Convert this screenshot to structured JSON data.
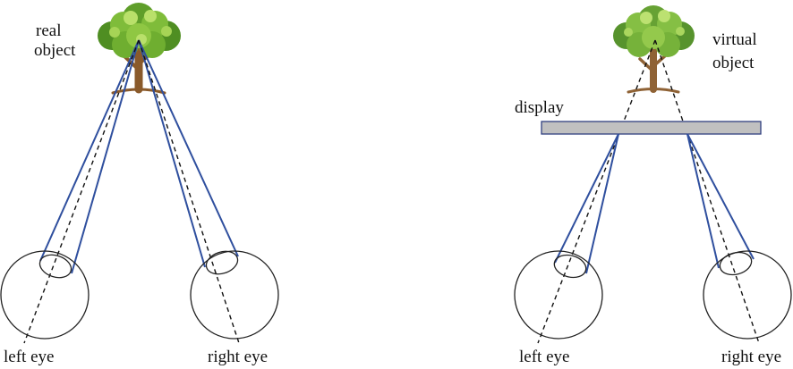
{
  "labels": {
    "real_object_line1": "real",
    "real_object_line2": "object",
    "virtual_object_line1": "virtual",
    "virtual_object_line2": "object",
    "display": "display",
    "left_eye_real": "left eye",
    "right_eye_real": "right eye",
    "left_eye_virtual": "left eye",
    "right_eye_virtual": "right eye"
  },
  "icons": {
    "tree": "tree-icon",
    "eye": "eye-icon"
  },
  "colors": {
    "cone": "#2f4f9e",
    "display_fill": "#c0c0c0",
    "display_stroke": "#2f3f7f",
    "foliage_dark": "#4f8e22",
    "foliage_mid": "#7fbc3a",
    "foliage_light": "#b9e06a",
    "trunk": "#8a5a2b"
  }
}
